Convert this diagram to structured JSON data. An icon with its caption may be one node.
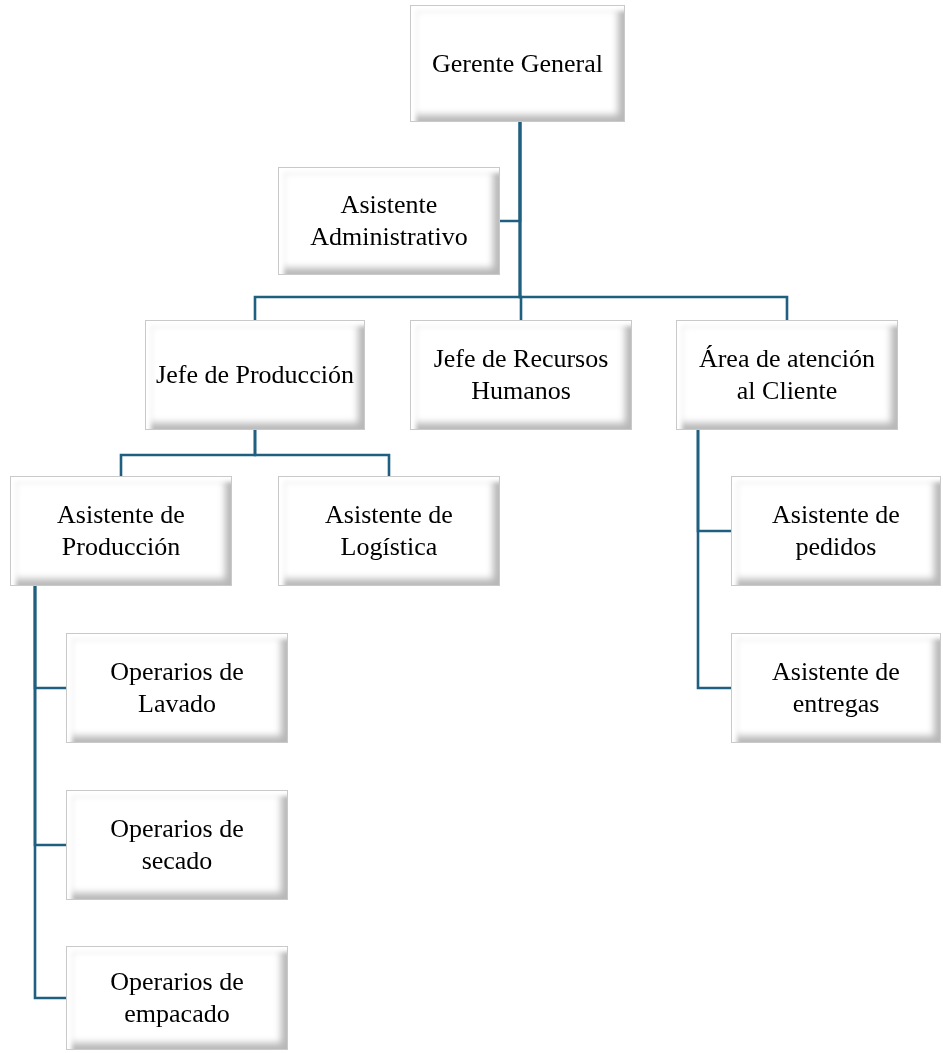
{
  "diagram": {
    "nodes": [
      {
        "text": [
          "Gerente General"
        ]
      },
      {
        "text": [
          "Asistente Administrativo"
        ]
      },
      {
        "text": [
          "Jefe de Producción"
        ]
      },
      {
        "text": [
          "Jefe de Recursos Humanos"
        ]
      },
      {
        "text": [
          "Área de atención al Cliente"
        ]
      },
      {
        "text": [
          "Asistente de Producción"
        ]
      },
      {
        "text": [
          "Asistente de Logística"
        ]
      },
      {
        "text": [
          "Asistente de pedidos"
        ]
      },
      {
        "text": [
          "Asistente de entregas"
        ]
      },
      {
        "text": [
          "Operarios de Lavado"
        ]
      },
      {
        "text": [
          "Operarios de secado"
        ]
      },
      {
        "text": [
          "Operarios de empacado"
        ]
      }
    ],
    "edges": [
      {
        "from": 0,
        "to": 1,
        "arrow": "none"
      },
      {
        "from": 0,
        "to": 2,
        "arrow": "none"
      },
      {
        "from": 0,
        "to": 3,
        "arrow": "none"
      },
      {
        "from": 0,
        "to": 4,
        "arrow": "none"
      },
      {
        "from": 2,
        "to": 5,
        "arrow": "none"
      },
      {
        "from": 2,
        "to": 6,
        "arrow": "none"
      },
      {
        "from": 4,
        "to": 7,
        "arrow": "none"
      },
      {
        "from": 4,
        "to": 8,
        "arrow": "none"
      },
      {
        "from": 5,
        "to": 9,
        "arrow": "none"
      },
      {
        "from": 5,
        "to": 10,
        "arrow": "none"
      },
      {
        "from": 5,
        "to": 11,
        "arrow": "none"
      }
    ]
  }
}
